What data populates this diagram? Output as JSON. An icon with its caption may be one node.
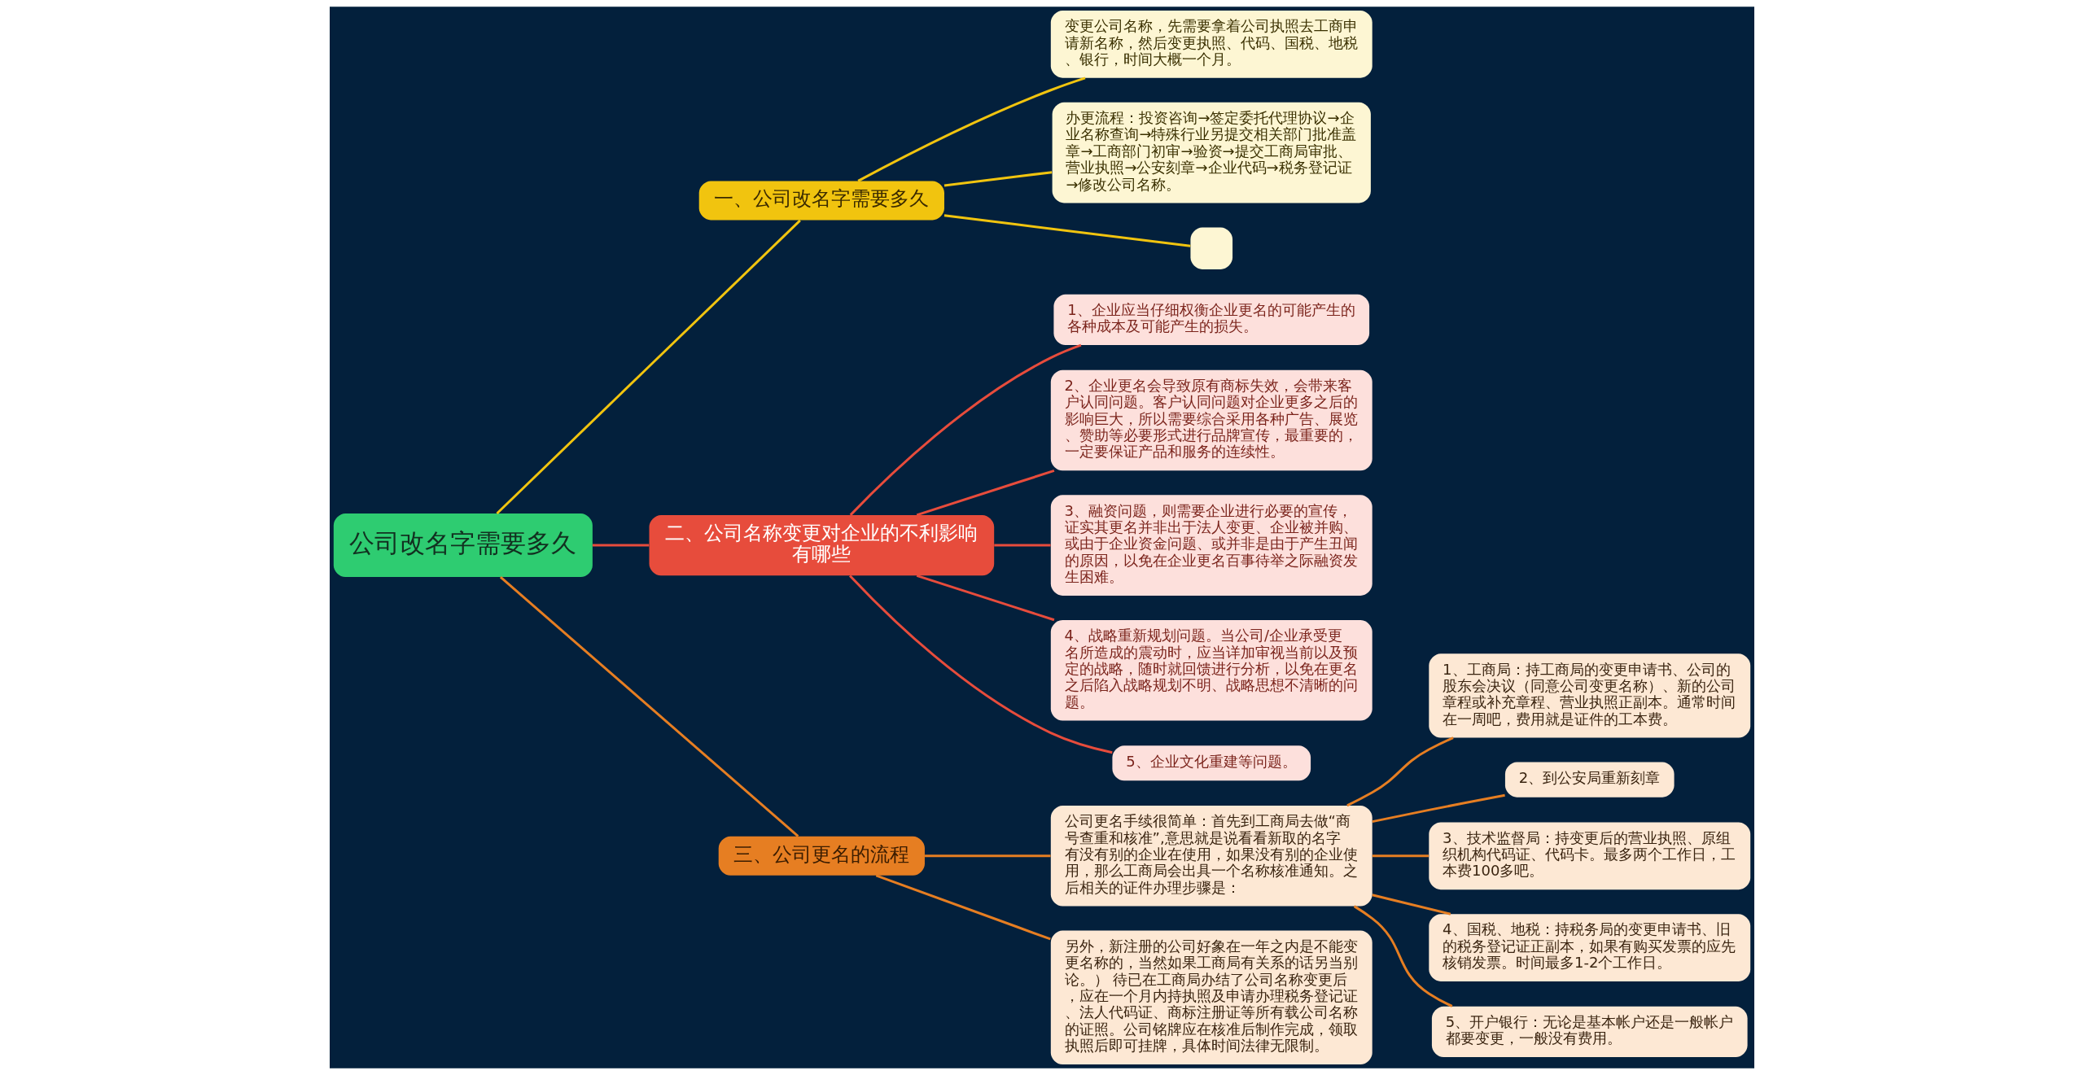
{
  "diagram": {
    "nodes": [
      {
        "text": [
          "公司改名字需要多久"
        ]
      },
      {
        "text": [
          "一、公司改名字需要多久"
        ]
      },
      {
        "text": [
          "变更公司名称，先需要拿着公司执照去工商申请新名称，然后变更执照、代码、国税、地税、银行，时间大概一个月。"
        ]
      },
      {
        "text": [
          "办更流程：投资咨询→签定委托代理协议→企业名称查询→特殊行业另提交相关部门批准盖章→工商部门初审→验资→提交工商局审批、营业执照→公安刻章→企业代码→税务登记证→修改公司名称。"
        ]
      },
      {
        "text": [],
        "shape": "box"
      },
      {
        "text": [
          "二、公司名称变更对企业的不利影响有哪些"
        ]
      },
      {
        "text": [
          "1、企业应当仔细权衡企业更名的可能产生的各种成本及可能产生的损失。"
        ]
      },
      {
        "text": [
          "2、企业更名会导致原有商标失效，会带来客户认同问题。客户认同问题对企业更多之后的影响巨大，所以需要综合采用各种广告、展览、赞助等必要形式进行品牌宣传，最重要的，一定要保证产品和服务的连续性。"
        ]
      },
      {
        "text": [
          "3、融资问题，则需要企业进行必要的宣传，证实其更名并非出于法人变更、企业被并购、或由于企业资金问题、或并非是由于产生丑闻的原因，以免在企业更名百事待举之际融资发生困难。"
        ]
      },
      {
        "text": [
          "4、战略重新规划问题。当公司/企业承受更名所造成的震动时，应当详加审视当前以及预定的战略，随时就回馈进行分析，以免在更名之后陷入战略规划不明、战略思想不清晰的问题。"
        ]
      },
      {
        "text": [
          "5、企业文化重建等问题。"
        ]
      },
      {
        "text": [
          "三、公司更名的流程"
        ]
      },
      {
        "text": [
          "公司更名手续很简单：首先到工商局去做“商号查重和核准”,意思就是说看看新取的名字有没有别的企业在使用，如果没有别的企业使用，那么工商局会出具一个名称核准通知。之后相关的证件办理步骤是："
        ]
      },
      {
        "text": [
          "1、工商局：持工商局的变更申请书、公司的股东会决议（同意公司变更名称）、新的公司章程或补充章程、营业执照正副本。通常时间在一周吧，费用就是证件的工本费。"
        ]
      },
      {
        "text": [
          "2、到公安局重新刻章"
        ]
      },
      {
        "text": [
          "3、技术监督局：持变更后的营业执照、原组织机构代码证、代码卡。最多两个工作日，工本费100多吧。"
        ]
      },
      {
        "text": [
          "4、国税、地税：持税务局的变更申请书、旧的税务登记证正副本，如果有购买发票的应先核销发票。时间最多1-2个工作日。"
        ]
      },
      {
        "text": [
          "5、开户银行：无论是基本帐户还是一般帐户都要变更，一般没有费用。"
        ]
      },
      {
        "text": [
          "另外，新注册的公司好象在一年之内是不能变更名称的，当然如果工商局有关系的话另当别论。） 待已在工商局办结了公司名称变更后，应在一个月内持执照及申请办理税务登记证、法人代码证、商标注册证等所有载公司名称的证照。公司铭牌应在核准后制作完成，领取执照后即可挂牌，具体时间法律无限制。"
        ]
      }
    ],
    "edges": [
      {
        "from": 0,
        "to": 1,
        "arrow": "none",
        "color": "#f1c40f"
      },
      {
        "from": 1,
        "to": 2,
        "arrow": "none",
        "color": "#f1c40f"
      },
      {
        "from": 1,
        "to": 3,
        "arrow": "none",
        "color": "#f1c40f"
      },
      {
        "from": 1,
        "to": 4,
        "arrow": "none",
        "color": "#f1c40f"
      },
      {
        "from": 0,
        "to": 5,
        "arrow": "none",
        "color": "#e74c3c"
      },
      {
        "from": 5,
        "to": 6,
        "arrow": "none",
        "color": "#e74c3c"
      },
      {
        "from": 5,
        "to": 7,
        "arrow": "none",
        "color": "#e74c3c"
      },
      {
        "from": 5,
        "to": 8,
        "arrow": "none",
        "color": "#e74c3c"
      },
      {
        "from": 5,
        "to": 9,
        "arrow": "none",
        "color": "#e74c3c"
      },
      {
        "from": 5,
        "to": 10,
        "arrow": "none",
        "color": "#e74c3c"
      },
      {
        "from": 0,
        "to": 11,
        "arrow": "none",
        "color": "#e67e22"
      },
      {
        "from": 11,
        "to": 12,
        "arrow": "none",
        "color": "#e67e22"
      },
      {
        "from": 12,
        "to": 13,
        "arrow": "none",
        "color": "#e67e22"
      },
      {
        "from": 12,
        "to": 14,
        "arrow": "none",
        "color": "#e67e22"
      },
      {
        "from": 12,
        "to": 15,
        "arrow": "none",
        "color": "#e67e22"
      },
      {
        "from": 12,
        "to": 16,
        "arrow": "none",
        "color": "#e67e22"
      },
      {
        "from": 12,
        "to": 17,
        "arrow": "none",
        "color": "#e67e22"
      },
      {
        "from": 11,
        "to": 18,
        "arrow": "none",
        "color": "#e67e22"
      }
    ]
  }
}
